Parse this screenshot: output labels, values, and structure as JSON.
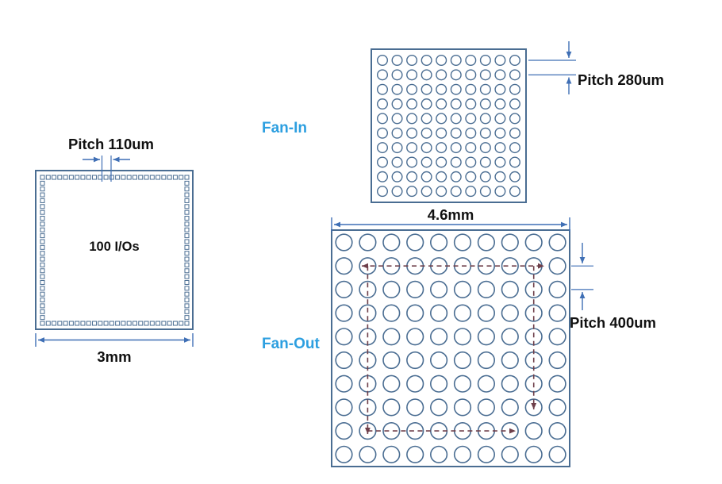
{
  "labels": {
    "chip_pitch": "Pitch 110um",
    "chip_io": "100 I/Os",
    "chip_width": "3mm",
    "fan_in": "Fan-In",
    "fan_in_pitch": "Pitch 280um",
    "fan_out": "Fan-Out",
    "fan_out_width": "4.6mm",
    "fan_out_pitch": "Pitch 400um"
  },
  "chip": {
    "io_count": "100",
    "pads_per_side": 26
  },
  "fan_in": {
    "grid_rows": 10,
    "grid_cols": 10
  },
  "fan_out": {
    "grid_rows": 10,
    "grid_cols": 10
  },
  "colors": {
    "outline_blue": "#4a6d92",
    "dimension_blue": "#3f6fb5",
    "accent_blue": "#2d9fe0",
    "route_maroon": "#6e3f4a",
    "text": "#111111",
    "background": "#ffffff"
  }
}
